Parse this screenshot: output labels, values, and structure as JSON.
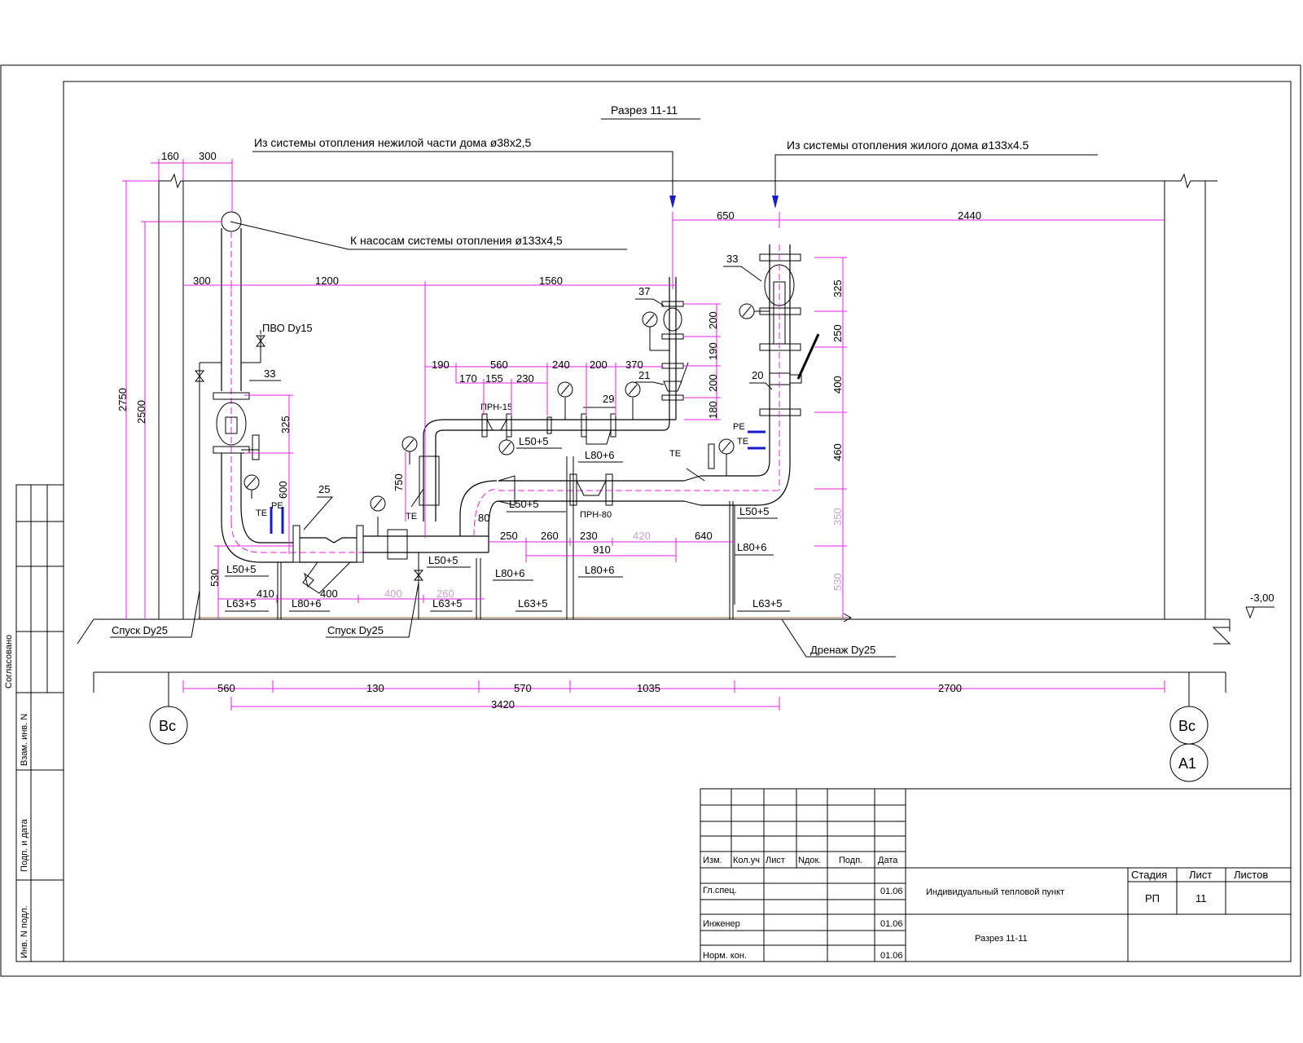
{
  "title": "Разрез 11-11",
  "callouts": {
    "supply_nonres": "Из системы отопления нежилой части дома ø38x2,5",
    "supply_res": "Из системы отопления жилого дома  ø133x4.5",
    "to_pumps": "К насосам системы отопления  ø133x4,5",
    "pvo": "ПВО Dy15",
    "drain1": "Спуск Dy25",
    "drain2": "Спуск Dy25",
    "drain3": "Дренаж Dy25",
    "level": "-3,00"
  },
  "dims": {
    "d160": "160",
    "d300a": "300",
    "d2750": "2750",
    "d2500": "2500",
    "d300b": "300",
    "d1200": "1200",
    "d1560": "1560",
    "d650": "650",
    "d2440": "2440",
    "d190": "190",
    "d560a": "560",
    "d240": "240",
    "d200a": "200",
    "d370": "370",
    "d170": "170",
    "d155": "155",
    "d230a": "230",
    "d325a": "325",
    "d600": "600",
    "d750": "750",
    "d530a": "530",
    "d200v1": "200",
    "d190v": "190",
    "d200v2": "200",
    "d180v": "180",
    "d325b": "325",
    "d250v": "250",
    "d400v": "400",
    "d460v": "460",
    "d350v": "350",
    "d530v": "530",
    "d410": "410",
    "d400a": "400",
    "d400b": "400",
    "d260a": "260",
    "d250": "250",
    "d260b": "260",
    "d230b": "230",
    "d420": "420",
    "d640": "640",
    "d910": "910",
    "d80": "80",
    "b560": "560",
    "b130": "130",
    "b570": "570",
    "b1035": "1035",
    "b2700": "2700",
    "b3420": "3420"
  },
  "marks": {
    "m33a": "33",
    "m33b": "33",
    "m37": "37",
    "m21": "21",
    "m29": "29",
    "m25": "25",
    "m20": "20",
    "prn15": "ПРН-15",
    "prn80": "ПРН-80",
    "te1": "TE",
    "pe1": "PE",
    "te2": "TE",
    "te3": "TE",
    "pe2": "PE",
    "te4": "TE",
    "l50a": "L50+5",
    "l50b": "L50+5",
    "l50c": "L50+5",
    "l50d": "L50+5",
    "l50e": "L50+5",
    "l80a": "L80+6",
    "l80b": "L80+6",
    "l80c": "L80+6",
    "l80d": "L80+6",
    "l80e": "L80+6",
    "l63a": "L63+5",
    "l63b": "L63+5",
    "l63c": "L63+5",
    "l63d": "L63+5"
  },
  "axes": {
    "bc1": "Вс",
    "bc2": "Вс",
    "a1": "A1"
  },
  "side_stamp": [
    "Согласовано",
    "Взам. инв. N",
    "Подп. и дата",
    "Инв. N подл."
  ],
  "title_block": {
    "headers": [
      "Изм.",
      "Кол.уч",
      "Лист",
      "Nдок.",
      "Подп.",
      "Дата"
    ],
    "rows": [
      {
        "role": "Гл.спец.",
        "date": "01.06"
      },
      {
        "role": "Инженер",
        "date": "01.06"
      },
      {
        "role": "Норм. кон.",
        "date": "01.06"
      }
    ],
    "project": "Индивидуальный тепловой пункт",
    "sheet_title": "Разрез 11-11",
    "stage_h": "Стадия",
    "sheet_h": "Лист",
    "sheets_h": "Листов",
    "stage": "РП",
    "sheet": "11"
  },
  "colors": {
    "dimension": "#e020e0",
    "sensor": "#1a1acc",
    "arrow": "#1a1acc",
    "floor": "#a0784a"
  }
}
